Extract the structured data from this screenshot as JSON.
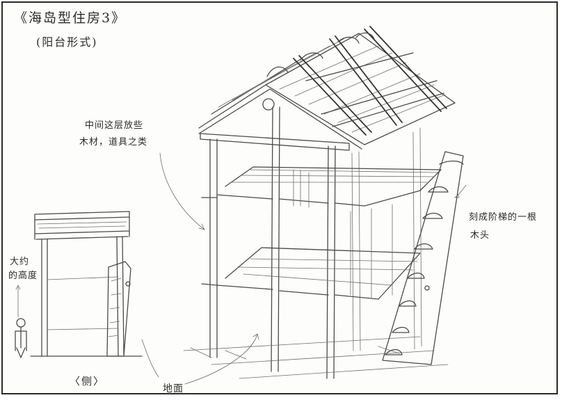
{
  "title": "《海岛型住房3》",
  "subtitle": "(阳台形式)",
  "annotations": {
    "middle_layer_line1": "中间这层放些",
    "middle_layer_line2": "木材，道具之类",
    "ladder_line1": "刻成阶梯的一根",
    "ladder_line2": "木头",
    "height_line1": "大约",
    "height_line2": "的高度",
    "side_view": "〈侧〉",
    "ground": "地面"
  }
}
